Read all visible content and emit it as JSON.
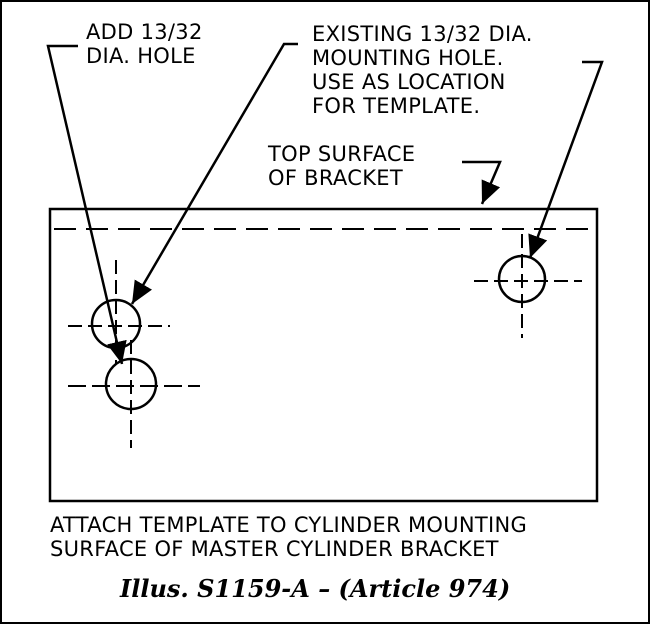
{
  "labels": {
    "add_hole": [
      "ADD 13/32",
      "DIA. HOLE"
    ],
    "existing_hole": [
      "EXISTING 13/32 DIA.",
      "MOUNTING HOLE.",
      "USE AS LOCATION",
      "FOR TEMPLATE."
    ],
    "top_surface": [
      "TOP SURFACE",
      "OF BRACKET"
    ],
    "instruction": [
      "ATTACH TEMPLATE TO CYLINDER MOUNTING",
      "SURFACE OF MASTER CYLINDER BRACKET"
    ]
  },
  "caption": "Illus. S1159-A – (Article 974)",
  "colors": {
    "ink": "#000000",
    "paper": "#ffffff"
  }
}
